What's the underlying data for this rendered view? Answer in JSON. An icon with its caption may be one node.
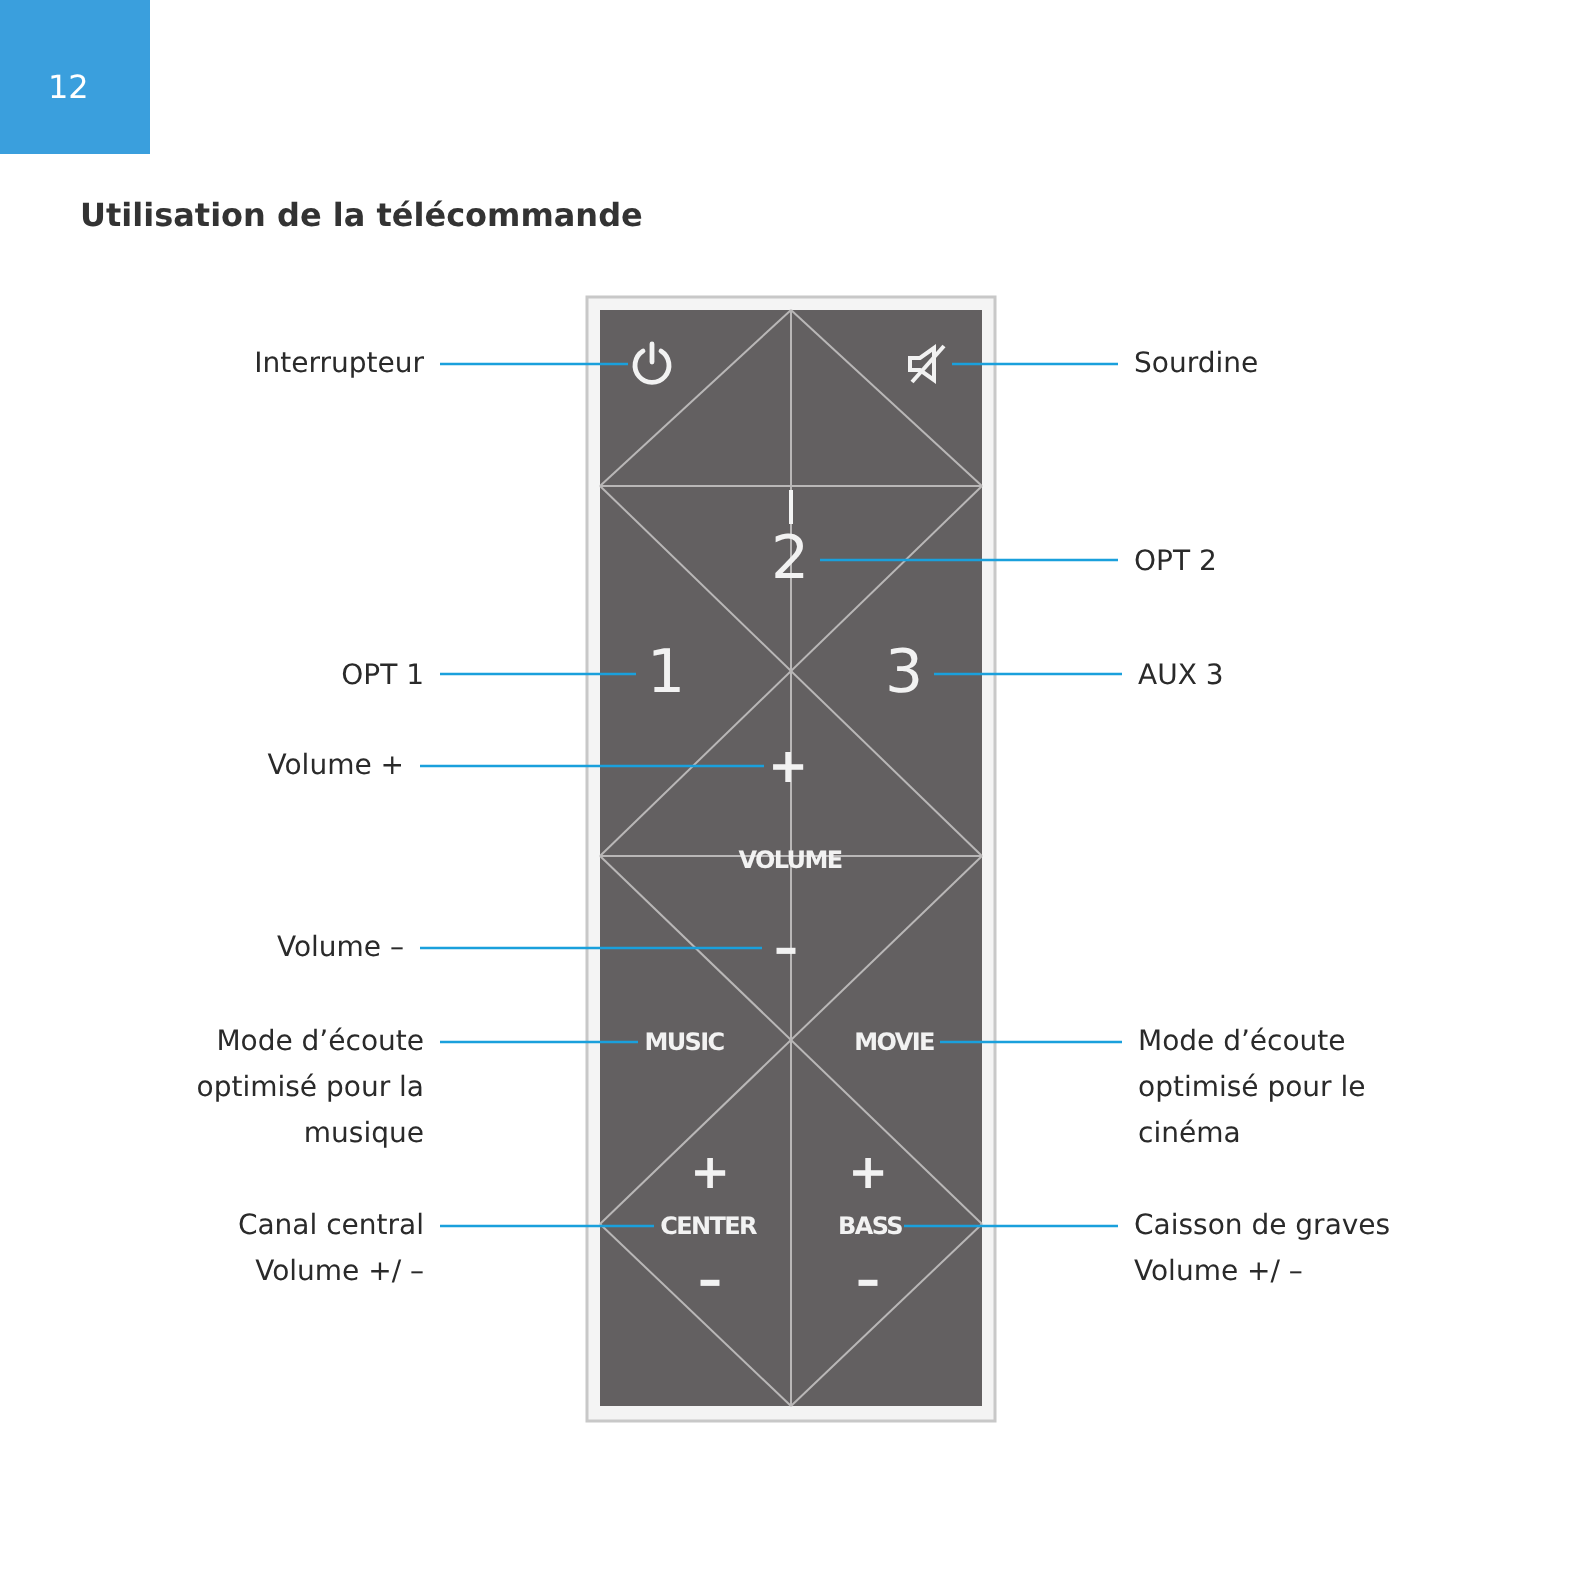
{
  "diagram": {
    "title": "Utilisation de la télécommande",
    "nodes": [
      {
        "text": [
          "Interrupteur"
        ]
      },
      {
        "text": [],
        "shape": "circle"
      },
      {
        "text": [
          "Sourdine"
        ]
      },
      {
        "text": [],
        "shape": "speaker"
      },
      {
        "text": [
          "OPT 2"
        ]
      },
      {
        "text": [
          "2"
        ]
      },
      {
        "text": [
          "OPT 1"
        ]
      },
      {
        "text": [
          "1"
        ]
      },
      {
        "text": [
          "AUX 3"
        ]
      },
      {
        "text": [
          "3"
        ]
      },
      {
        "text": [
          "Volume +"
        ]
      },
      {
        "text": [
          "+"
        ]
      },
      {
        "text": [
          "Volume –"
        ]
      },
      {
        "text": [
          "–"
        ]
      },
      {
        "text": [
          "Mode d’écoute optimisé pour la musique"
        ]
      },
      {
        "text": [
          "MUSIC"
        ]
      },
      {
        "text": [
          "Mode d’écoute optimisé pour le cinéma"
        ]
      },
      {
        "text": [
          "MOVIE"
        ]
      },
      {
        "text": [
          "Canal central Volume +/ –"
        ]
      },
      {
        "text": [
          "CENTER"
        ]
      },
      {
        "text": [
          "Caisson de graves Volume +/ –"
        ]
      },
      {
        "text": [
          "BASS"
        ]
      }
    ],
    "edges": [
      {
        "from": 0,
        "to": 1,
        "arrow": "none"
      },
      {
        "from": 2,
        "to": 3,
        "arrow": "none"
      },
      {
        "from": 4,
        "to": 5,
        "arrow": "none"
      },
      {
        "from": 6,
        "to": 7,
        "arrow": "none"
      },
      {
        "from": 8,
        "to": 9,
        "arrow": "none"
      },
      {
        "from": 10,
        "to": 11,
        "arrow": "none"
      },
      {
        "from": 12,
        "to": 13,
        "arrow": "none"
      },
      {
        "from": 14,
        "to": 15,
        "arrow": "none"
      },
      {
        "from": 16,
        "to": 17,
        "arrow": "none"
      },
      {
        "from": 18,
        "to": 19,
        "arrow": "none"
      },
      {
        "from": 20,
        "to": 21,
        "arrow": "none"
      }
    ],
    "labels": [
      "12",
      "VOLUME",
      "+",
      "–",
      "+",
      "–"
    ]
  }
}
